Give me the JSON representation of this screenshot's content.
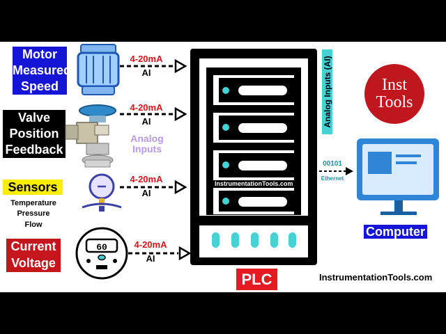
{
  "inputs": [
    {
      "label_lines": [
        "Motor",
        "Measured",
        "Speed"
      ],
      "signal": "4-20mA",
      "type": "AI"
    },
    {
      "label_lines": [
        "Valve",
        "Position",
        "Feedback"
      ],
      "signal": "4-20mA",
      "type": "AI"
    },
    {
      "label_lines": [
        "Sensors"
      ],
      "sub_lines": [
        "Temperature",
        "Pressure",
        "Flow"
      ],
      "signal": "4-20mA",
      "type": "AI"
    },
    {
      "label_lines": [
        "Current",
        "Voltage"
      ],
      "signal": "4-20mA",
      "type": "AI",
      "display": "60"
    }
  ],
  "analog_inputs": [
    "Analog",
    "Inputs"
  ],
  "plc": {
    "label": "PLC",
    "watermark": "InstrumentationTools.com",
    "vertical_label": "Analog Inputs (AI)"
  },
  "ethernet": {
    "bits": "00101",
    "label": "Ethernet"
  },
  "computer": {
    "label": "Computer"
  },
  "logo": {
    "line1": "Inst",
    "line2": "Tools"
  },
  "footer": "InstrumentationTools.com",
  "colors": {
    "blue_label": "#1515d8",
    "red_label": "#c4161c",
    "yellow_label": "#ffee00",
    "signal_red": "#d4141a",
    "accent_cyan": "#46d1d4",
    "logo_red": "#c0161e"
  }
}
